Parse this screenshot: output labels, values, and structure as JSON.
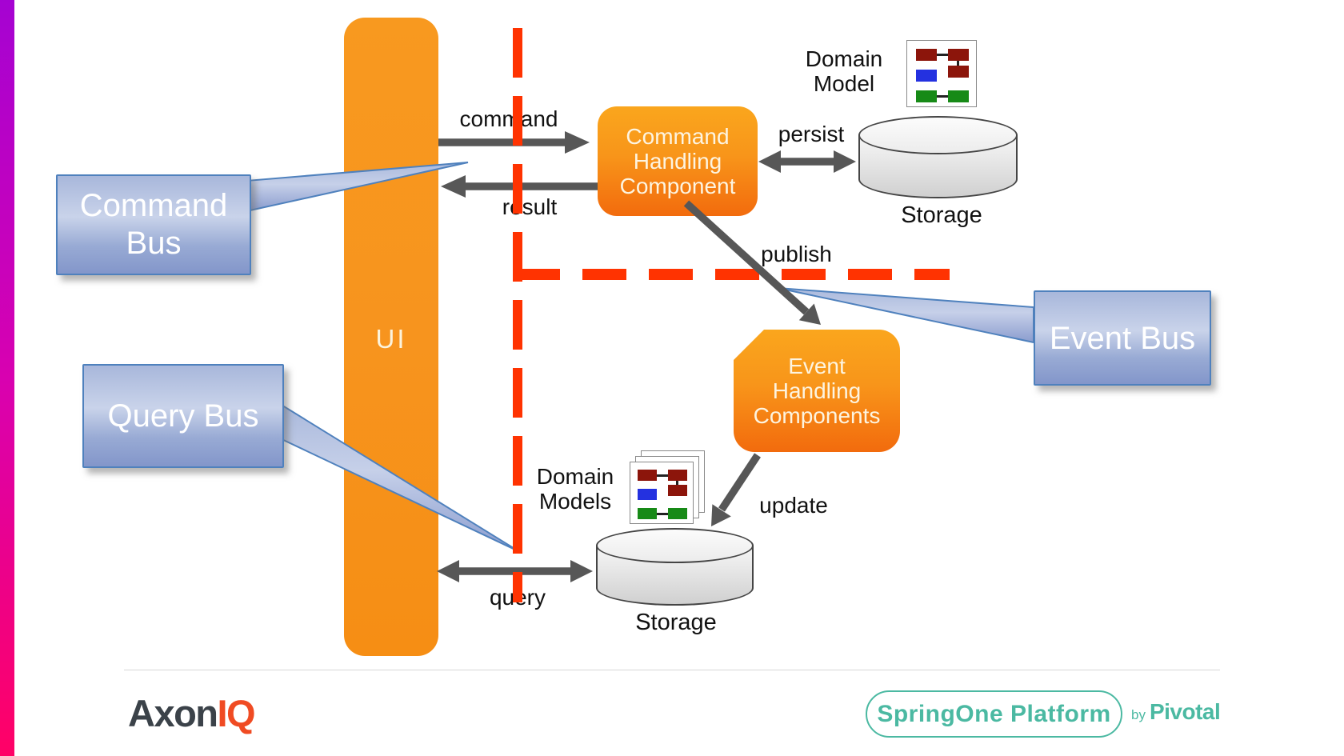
{
  "diagram": {
    "ui_lane_label": "UI",
    "command_box": {
      "line1": "Command",
      "line2": "Handling",
      "line3": "Component"
    },
    "event_box": {
      "line1": "Event",
      "line2": "Handling",
      "line3": "Components"
    },
    "callouts": {
      "command_bus_line1": "Command",
      "command_bus_line2": "Bus",
      "event_bus_label": "Event Bus",
      "query_bus_label": "Query Bus"
    },
    "edge_labels": {
      "command": "command",
      "result": "result",
      "persist": "persist",
      "publish": "publish",
      "update": "update",
      "query": "query"
    },
    "domain_model_top": {
      "line1": "Domain",
      "line2": "Model"
    },
    "domain_model_bottom": {
      "line1": "Domain",
      "line2": "Models"
    },
    "storage_top_label": "Storage",
    "storage_bottom_label": "Storage"
  },
  "footer": {
    "axon_text": "Axon",
    "iq_text": "IQ",
    "springone_label": "SpringOne Platform",
    "by_text": "by",
    "pivotal_text": "Pivotal"
  },
  "colors": {
    "lane_orange": "#F7941E",
    "dashed_red": "#FF3301",
    "arrow_gray": "#575757",
    "callout_border_blue": "#4F81BD",
    "axon_dark": "#3B4249",
    "axon_orange": "#F04B23",
    "pivotal_teal": "#4BB9A2",
    "edge_bar_top": "#A503D2",
    "edge_bar_bottom": "#FF0166"
  }
}
